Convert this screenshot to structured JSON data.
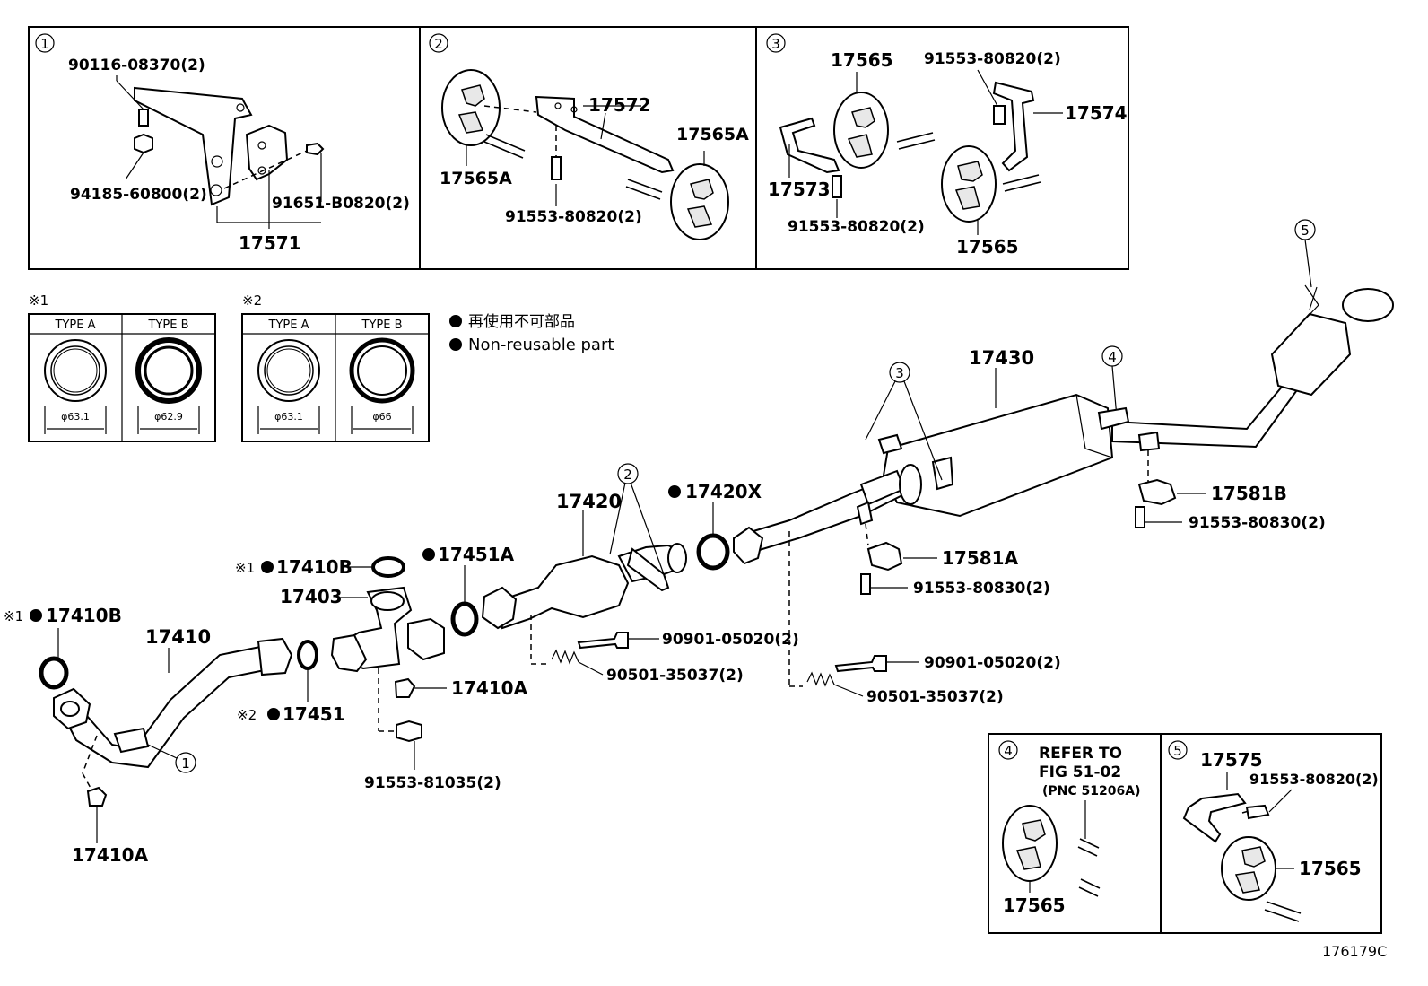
{
  "diagram": {
    "figure_id": "176179C",
    "legend": {
      "mark_ja": "再使用不可部品",
      "mark_en": "Non-reusable part"
    },
    "gasket_tables": [
      {
        "mark": "※1",
        "type_a": "TYPE A",
        "type_b": "TYPE B",
        "dim_a": "φ63.1",
        "dim_b": "φ62.9"
      },
      {
        "mark": "※2",
        "type_a": "TYPE A",
        "type_b": "TYPE B",
        "dim_a": "φ63.1",
        "dim_b": "φ66"
      }
    ],
    "detail_1": {
      "num": "1",
      "labels": [
        "90116-08370(2)",
        "94185-60800(2)",
        "91651-B0820(2)",
        "17571"
      ]
    },
    "detail_2": {
      "num": "2",
      "labels": [
        "17572",
        "17565A",
        "17565A",
        "91553-80820(2)"
      ]
    },
    "detail_3": {
      "num": "3",
      "labels": [
        "17565",
        "91553-80820(2)",
        "17574",
        "17573",
        "91553-80820(2)",
        "17565"
      ]
    },
    "detail_4": {
      "num": "4",
      "refer_lines": [
        "REFER TO",
        "FIG 51-02",
        "(PNC 51206A)"
      ],
      "labels": [
        "17565"
      ]
    },
    "detail_5": {
      "num": "5",
      "labels": [
        "17575",
        "91553-80820(2)",
        "17565"
      ]
    },
    "main_callouts": {
      "c3": "3",
      "c4": "4",
      "c5": "5",
      "c2": "2",
      "c1": "1"
    },
    "main_labels": {
      "muffler": "17430",
      "support_b": "17581B",
      "bolt_b": "91553-80830(2)",
      "support_a": "17581A",
      "bolt_a": "91553-80830(2)",
      "gasket_x": "17420X",
      "converter": "17420",
      "gasket_451a": "17451A",
      "gasket_410b_top": "17410B",
      "gasket_410b_top_mark": "※1",
      "flange_403": "17403",
      "gasket_410b_left": "17410B",
      "gasket_410b_left_mark": "※1",
      "front_pipe": "17410",
      "gasket_451": "17451",
      "gasket_451_mark": "※2",
      "nut_410a_mid": "17410A",
      "bolt_1035": "91553-81035(2)",
      "nut_410a_bottom": "17410A",
      "bolt_05020_a": "90901-05020(2)",
      "spring_a": "90501-35037(2)",
      "bolt_05020_b": "90901-05020(2)",
      "spring_b": "90501-35037(2)"
    }
  }
}
